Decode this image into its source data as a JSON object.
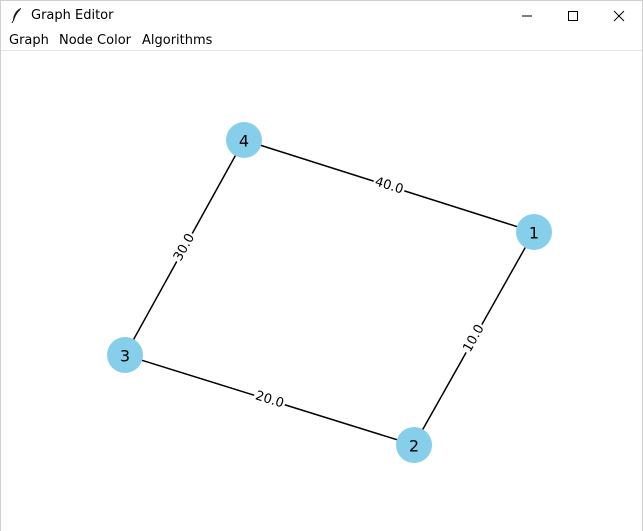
{
  "window": {
    "title": "Graph Editor"
  },
  "icons": {
    "app": "feather-icon",
    "minimize": "minimize-icon",
    "maximize": "maximize-icon",
    "close": "close-icon"
  },
  "menu": {
    "items": [
      "Graph",
      "Node Color",
      "Algorithms"
    ]
  },
  "graph": {
    "node_color": "#87ceeb",
    "edge_color": "#000000",
    "nodes": [
      {
        "id": "1",
        "label": "1"
      },
      {
        "id": "2",
        "label": "2"
      },
      {
        "id": "3",
        "label": "3"
      },
      {
        "id": "4",
        "label": "4"
      }
    ],
    "edges": [
      {
        "source": "4",
        "target": "1",
        "weight": "40.0"
      },
      {
        "source": "1",
        "target": "2",
        "weight": "10.0"
      },
      {
        "source": "3",
        "target": "2",
        "weight": "20.0"
      },
      {
        "source": "4",
        "target": "3",
        "weight": "30.0"
      }
    ]
  }
}
